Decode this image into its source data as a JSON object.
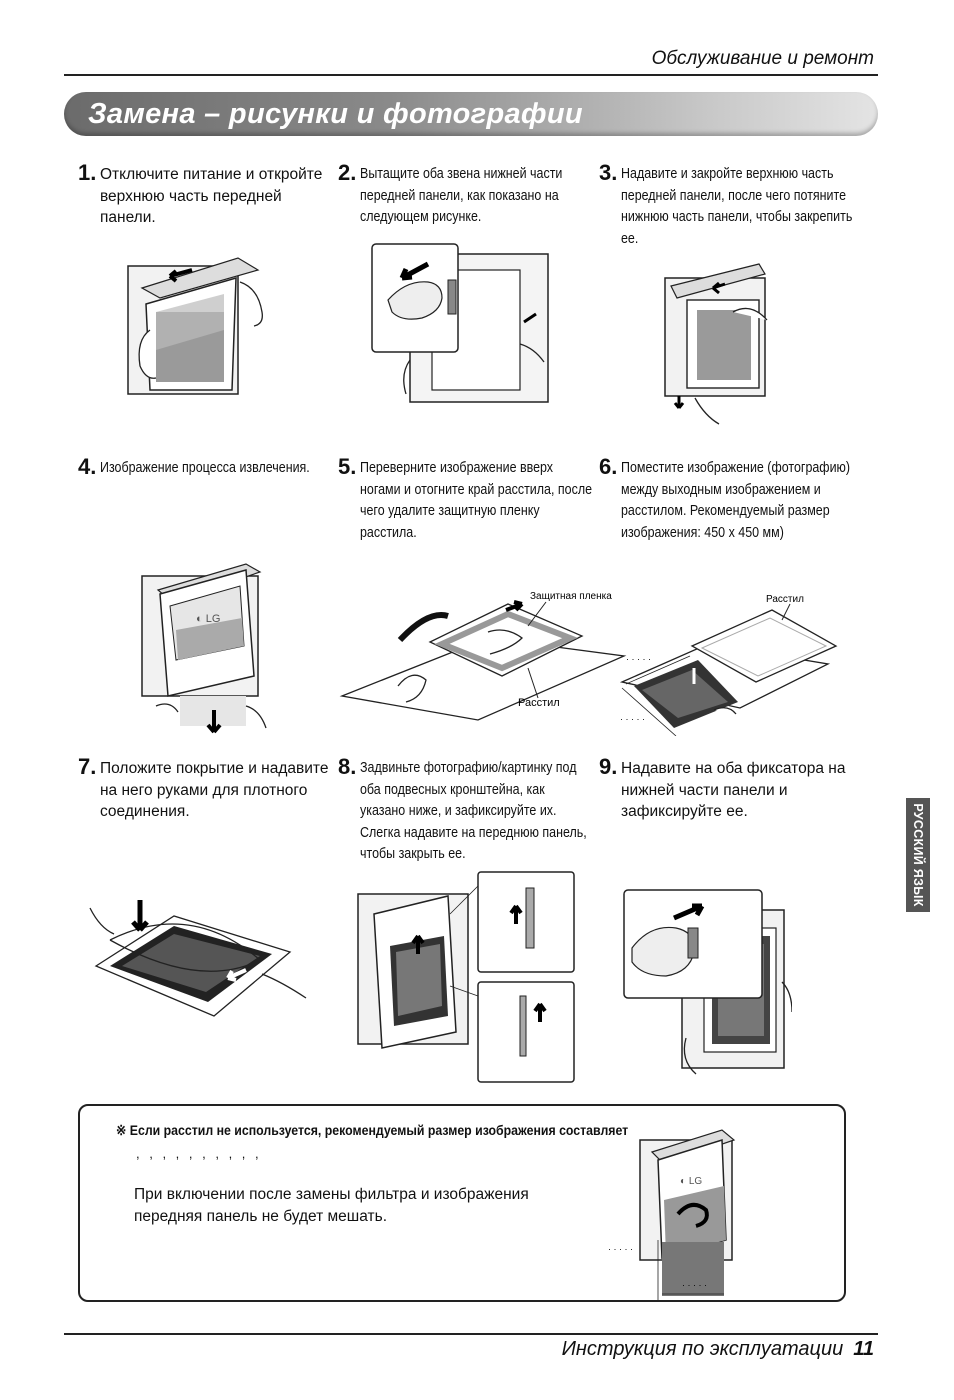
{
  "header": {
    "section": "Обслуживание и ремонт"
  },
  "banner": {
    "title": "Замена – рисунки и фотографии"
  },
  "steps": [
    {
      "num": "1.",
      "text": "Отключите питание и откройте верхнюю часть передней панели."
    },
    {
      "num": "2.",
      "text": "Вытащите оба звена нижней части передней панели, как показано на следующем рисунке."
    },
    {
      "num": "3.",
      "text": "Надавите и закройте верхнюю часть передней панели, после чего потяните нижнюю часть панели, чтобы закрепить ее."
    },
    {
      "num": "4.",
      "text": "Изображение процесса извлечения."
    },
    {
      "num": "5.",
      "text": "Переверните изображение вверх ногами и отогните край расстила, после чего удалите защитную пленку расстила."
    },
    {
      "num": "6.",
      "text": "Поместите изображение (фотографию) между выходным изображением и расстилом. Рекомендуемый размер изображения: 450 x 450 мм)"
    },
    {
      "num": "7.",
      "text": "Положите покрытие и надавите на него руками для плотного соединения."
    },
    {
      "num": "8.",
      "text": "Задвиньте фотографию/картинку под оба подвесных кронштейна, как указано ниже, и зафиксируйте их. Слегка надавите на переднюю панель, чтобы закрыть ее."
    },
    {
      "num": "9.",
      "text": "Надавите на оба фиксатора на нижней части панели и зафиксируйте ее."
    }
  ],
  "figure_labels": {
    "protective_film": "Защитная пленка",
    "rasstil_5": "Расстил",
    "rasstil_6": "Расстил",
    "dots_a": "· · · · ·",
    "dots_b": "· · · · ·",
    "dots_c": "· · · · ·",
    "dots_d": "· · · · ·"
  },
  "note": {
    "head": "※ Если расстил не используется, рекомендуемый размер изображения составляет",
    "dots": ", , , , ,   , , , , ,",
    "body": "При включении после замены фильтра и изображения передняя панель не будет мешать."
  },
  "side_tab": "РУССКИЙ ЯЗЫК",
  "footer": {
    "title": "Инструкция по эксплуатации",
    "page": "11"
  }
}
